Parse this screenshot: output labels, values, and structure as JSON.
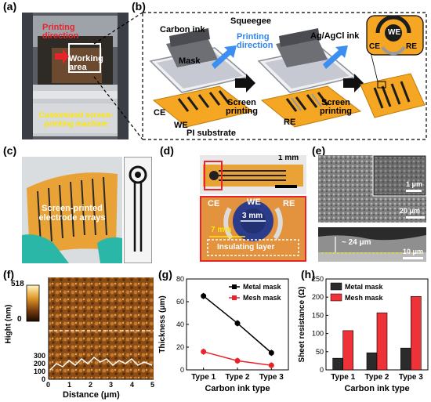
{
  "panels": {
    "a": {
      "label": "(a)",
      "printing_direction": "Printing\ndirection",
      "working_area": "Working\narea",
      "machine": "Customized screen-\nprinting machine"
    },
    "b": {
      "label": "(b)",
      "carbon_ink": "Carbon ink",
      "squeegee": "Squeegee",
      "printing_direction": "Printing\ndirection",
      "agagcl_ink": "Ag/AgCl ink",
      "mask": "Mask",
      "ce": "CE",
      "we": "WE",
      "re": "RE",
      "pi_substrate": "PI substrate",
      "screen_printing_1": "Screen\nprinting",
      "screen_printing_2": "Screen\nprinting",
      "re2": "RE",
      "zoom_we": "WE",
      "zoom_ce": "CE",
      "zoom_re": "RE"
    },
    "c": {
      "label": "(c)",
      "caption": "Screen-printed\nelectrode arrays"
    },
    "d": {
      "label": "(d)",
      "scale": "1 mm",
      "ce": "CE",
      "we": "WE",
      "re": "RE",
      "diameter": "3 mm",
      "length": "7 mm",
      "insulating": "Insulating layer"
    },
    "e": {
      "label": "(e)",
      "inset_scale": "1 μm",
      "main_scale": "20 μm",
      "thickness": "~ 24 μm",
      "cross_scale": "10 μm"
    },
    "f": {
      "label": "(f)",
      "colorbar_max": "518",
      "colorbar_min": "0",
      "ylabel": "Hight (nm)",
      "xlabel": "Distance (μm)",
      "y_ticks": [
        "300",
        "200",
        "100",
        "0"
      ],
      "x_ticks": [
        "0",
        "1",
        "2",
        "3",
        "4",
        "5"
      ]
    },
    "g": {
      "label": "(g)"
    },
    "h": {
      "label": "(h)"
    }
  },
  "chart_data": [
    {
      "type": "line",
      "panel": "g",
      "categories": [
        "Type 1",
        "Type 2",
        "Type 3"
      ],
      "series": [
        {
          "name": "Metal mask",
          "values": [
            65,
            41,
            15
          ],
          "color": "#000000"
        },
        {
          "name": "Mesh mask",
          "values": [
            16,
            8,
            4
          ],
          "color": "#e8242b"
        }
      ],
      "xlabel": "Carbon ink type",
      "ylabel": "Thickness (μm)",
      "ylim": [
        0,
        80
      ],
      "yticks": [
        0,
        20,
        40,
        60,
        80
      ],
      "legend": "top-right"
    },
    {
      "type": "bar",
      "panel": "h",
      "categories": [
        "Type 1",
        "Type 2",
        "Type 3"
      ],
      "series": [
        {
          "name": "Metal mask",
          "values": [
            32,
            47,
            60
          ],
          "color": "#2b2b2b"
        },
        {
          "name": "Mesh mask",
          "values": [
            108,
            157,
            202
          ],
          "color": "#ee3338"
        }
      ],
      "xlabel": "Carbon ink type",
      "ylabel": "Sheet resistance (Ω)",
      "ylim": [
        0,
        250
      ],
      "yticks": [
        0,
        50,
        100,
        150,
        200,
        250
      ],
      "legend": "top-left"
    }
  ]
}
